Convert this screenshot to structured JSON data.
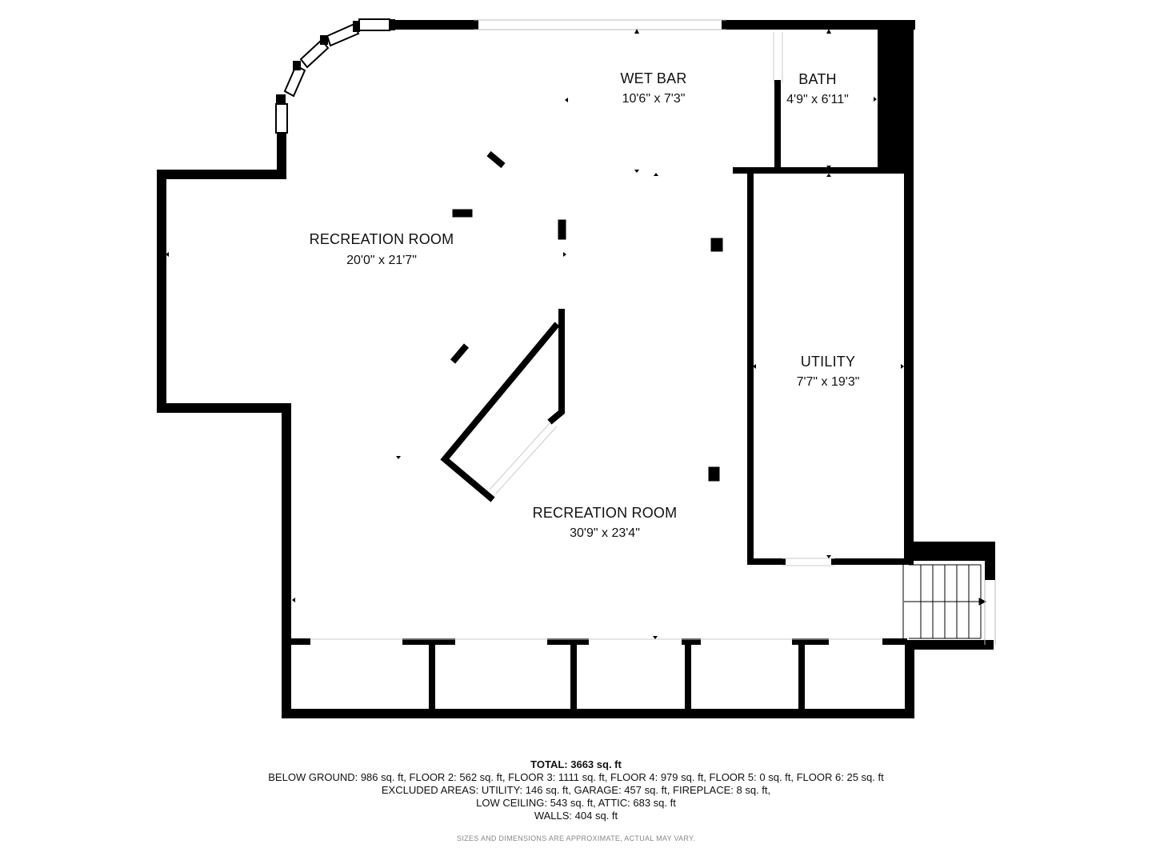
{
  "rooms": [
    {
      "name": "WET BAR",
      "dims": "10'6\" x 7'3\""
    },
    {
      "name": "BATH",
      "dims": "4'9\" x 6'11\""
    },
    {
      "name": "RECREATION ROOM",
      "dims": "20'0\" x 21'7\""
    },
    {
      "name": "UTILITY",
      "dims": "7'7\" x 19'3\""
    },
    {
      "name": "RECREATION ROOM",
      "dims": "30'9\" x 23'4\""
    }
  ],
  "summary": {
    "total": "TOTAL: 3663 sq. ft",
    "line1": "BELOW GROUND: 986 sq. ft, FLOOR 2: 562 sq. ft, FLOOR 3: 1111 sq. ft, FLOOR 4: 979 sq. ft, FLOOR 5: 0 sq. ft, FLOOR 6: 25 sq. ft",
    "line2": "EXCLUDED AREAS: UTILITY: 146 sq. ft, GARAGE: 457 sq. ft, FIREPLACE: 8 sq. ft,",
    "line3": "LOW CEILING: 543 sq. ft, ATTIC: 683 sq. ft",
    "line4": "WALLS: 404 sq. ft"
  },
  "disclaimer": "SIZES AND DIMENSIONS ARE APPROXIMATE, ACTUAL MAY VARY."
}
